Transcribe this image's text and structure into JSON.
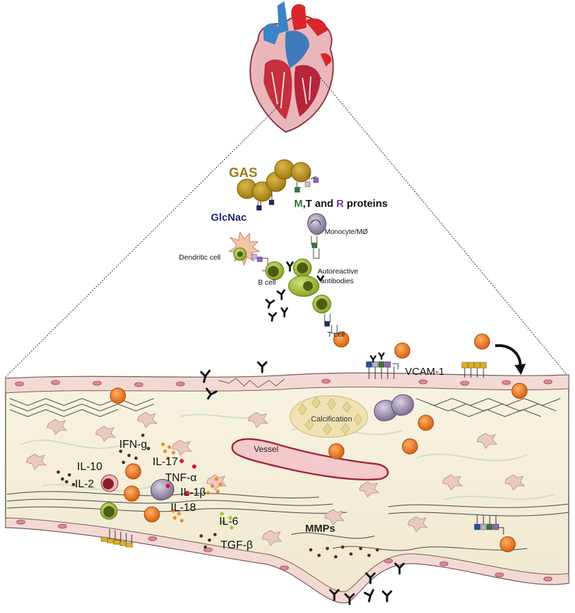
{
  "labels": {
    "gas": "GAS",
    "glcnac": "GlcNac",
    "proteins_m": "M",
    "proteins_t": ",T and ",
    "proteins_r": "R",
    "proteins_suffix": " proteins",
    "monocyte": "Monocyte/MØ",
    "dendritic_cell": "Dendritic cell",
    "autoreactive_line1": "Autoreactive",
    "autoreactive_line2": "antibodies",
    "b_cell": "B cell",
    "t_cell": "T cell",
    "vcam": "VCAM-1",
    "calcification": "Calcification",
    "vessel": "Vessel",
    "mmps": "MMPs"
  },
  "cytokines": {
    "ifn": "IFN-g",
    "il10": "IL-10",
    "il2": "IL-2",
    "il17": "IL-17",
    "tnf": "TNF-α",
    "il1b": "IL-1β",
    "il18": "IL-18",
    "il6": "IL-6",
    "tgfb": "TGF-β"
  },
  "colors": {
    "gas_gold": "#b08a1e",
    "glcnac_navy": "#1f2a6b",
    "m_green": "#2e7d32",
    "r_purple": "#6a3d9a",
    "t_cell_orange": "#e8711c",
    "lymphocyte_green": "#4a5e12",
    "tissue_beige": "#f6f1de",
    "endothelium_pink": "#f1d6d2",
    "vessel_red": "#a3233a"
  }
}
